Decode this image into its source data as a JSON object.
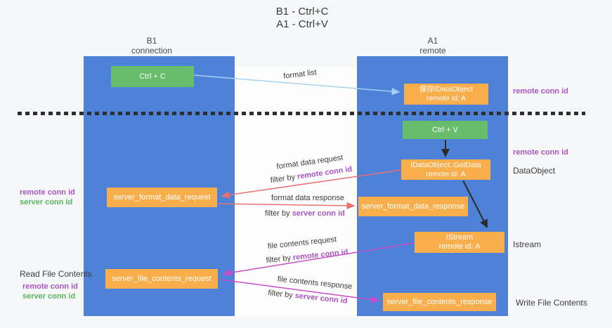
{
  "title": {
    "line1": "B1 - Ctrl+C",
    "line2": "A1 - Ctrl+V"
  },
  "columns": {
    "left": {
      "name": "B1",
      "role": "connection"
    },
    "right": {
      "name": "A1",
      "role": "remote"
    }
  },
  "boxes": {
    "ctrl_c": {
      "label": "Ctrl + C"
    },
    "save_idataobject": {
      "line1": "保存IDataObject",
      "line2": "remote id: A"
    },
    "ctrl_v": {
      "label": "Ctrl + V"
    },
    "getdata": {
      "line1": "IDataObject::GetData",
      "line2": "remote id: A"
    },
    "server_format_data_request": {
      "label": "server_format_data_request"
    },
    "server_format_data_response": {
      "label": "server_format_data_response"
    },
    "istream": {
      "line1": "IStream",
      "line2": "remote id: A"
    },
    "server_file_contents_request": {
      "label": "server_file_contents_request"
    },
    "server_file_contents_response": {
      "label": "server_file_contents_response"
    }
  },
  "labels": {
    "format_list": "format list",
    "format_data_request": "format data request",
    "format_data_response": "format data response",
    "file_contents_request": "file contents request",
    "file_contents_response": "file contents response",
    "filter_by": "filter by ",
    "remote_conn_id": "remote conn id",
    "server_conn_id": "server conn id",
    "dataobject": "DataObject",
    "istream": "Istream",
    "read_file_contents": "Read File Contents",
    "write_file_contents": "Write File Contents"
  },
  "colors": {
    "column_blue": "#4d82d8",
    "box_orange": "#f9ae4c",
    "box_green": "#68bd6d",
    "arrow_red": "#e87272",
    "arrow_magenta": "#c74ec7",
    "arrow_light_blue": "#a8d0f0",
    "arrow_black": "#2b2b2b",
    "text_purple": "#a855c0",
    "text_green": "#57b75c",
    "text_dark": "#3c3c3c"
  }
}
